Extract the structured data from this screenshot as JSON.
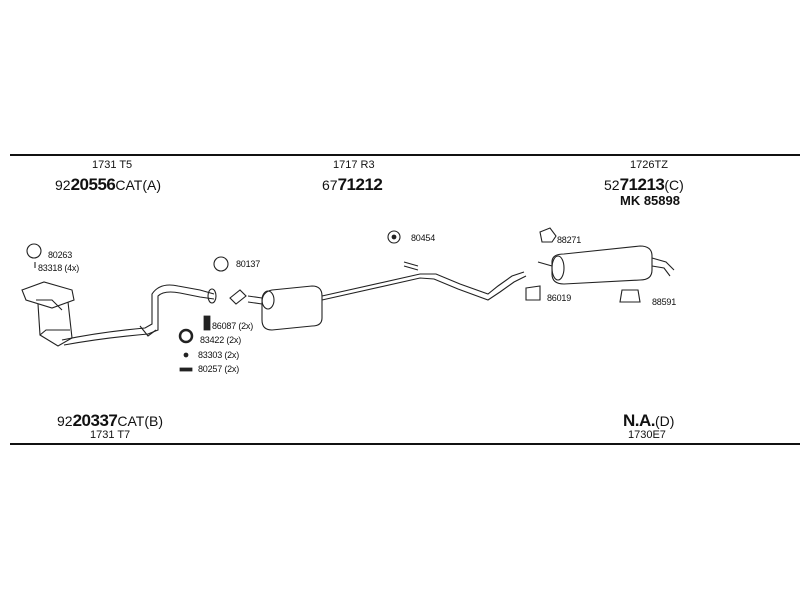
{
  "top_labels": [
    {
      "code": "1731 T5",
      "prefix": "92",
      "bold": "20556",
      "suffix": "CAT(A)"
    },
    {
      "code": "1717 R3",
      "prefix": "67",
      "bold": "71212",
      "suffix": ""
    },
    {
      "code": "1726TZ",
      "prefix": "52",
      "bold": "71213",
      "suffix": "(C)",
      "extra": "MK 85898"
    }
  ],
  "bottom_labels": [
    {
      "code": "1731 T7",
      "prefix": "92",
      "bold": "20337",
      "suffix": "CAT(B)"
    },
    {
      "code": "1730E7",
      "prefix": "",
      "bold": "N.A.",
      "suffix": "(D)"
    }
  ],
  "parts": {
    "p80263": "80263",
    "p83318": "83318 (4x)",
    "p80137": "80137",
    "p86087": "86087 (2x)",
    "p83422": "83422 (2x)",
    "p83303": "83303 (2x)",
    "p80257": "80257 (2x)",
    "p80454": "80454",
    "p88271": "88271",
    "p86019": "86019",
    "p88591": "88591"
  }
}
